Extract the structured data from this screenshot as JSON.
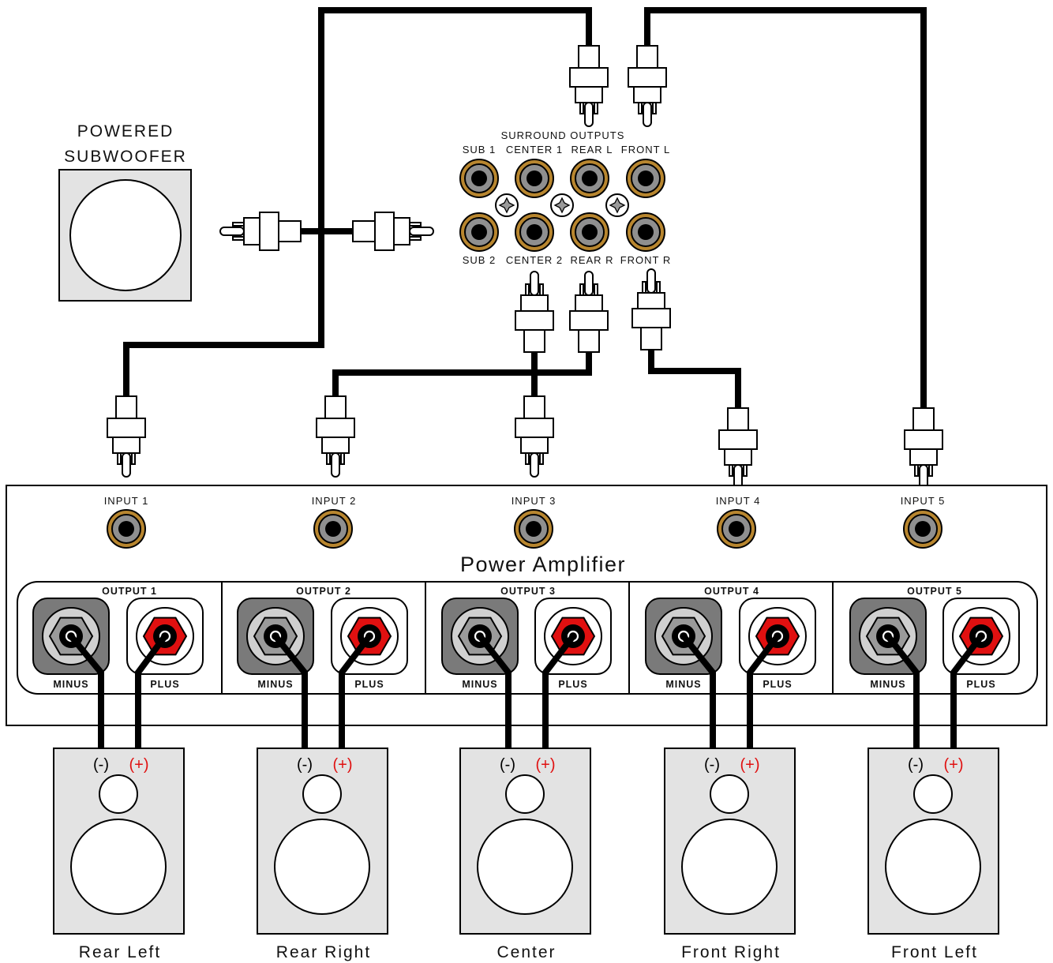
{
  "subwoofer": {
    "line1": "POWERED",
    "line2": "SUBWOOFER"
  },
  "receiver": {
    "title": "SURROUND OUTPUTS",
    "top_labels": [
      "SUB 1",
      "CENTER 1",
      "REAR L",
      "FRONT L"
    ],
    "bottom_labels": [
      "SUB 2",
      "CENTER 2",
      "REAR R",
      "FRONT R"
    ]
  },
  "amplifier": {
    "title": "Power Amplifier",
    "inputs": [
      "INPUT 1",
      "INPUT 2",
      "INPUT 3",
      "INPUT 4",
      "INPUT 5"
    ],
    "outputs": [
      "OUTPUT 1",
      "OUTPUT 2",
      "OUTPUT 3",
      "OUTPUT 4",
      "OUTPUT 5"
    ],
    "minus_label": "MINUS",
    "plus_label": "PLUS"
  },
  "speakers": {
    "names": [
      "Rear Left",
      "Rear Right",
      "Center",
      "Front Right",
      "Front Left"
    ],
    "minus_mark": "(-)",
    "plus_mark": "(+)"
  },
  "colors": {
    "wire": "#000000",
    "jack_ring": "#b8862f",
    "jack_grey": "#8f8f8f",
    "plus_red": "#e01010",
    "panel_grey": "#e3e3e3",
    "terminal_dark": "#7a7a7a"
  }
}
